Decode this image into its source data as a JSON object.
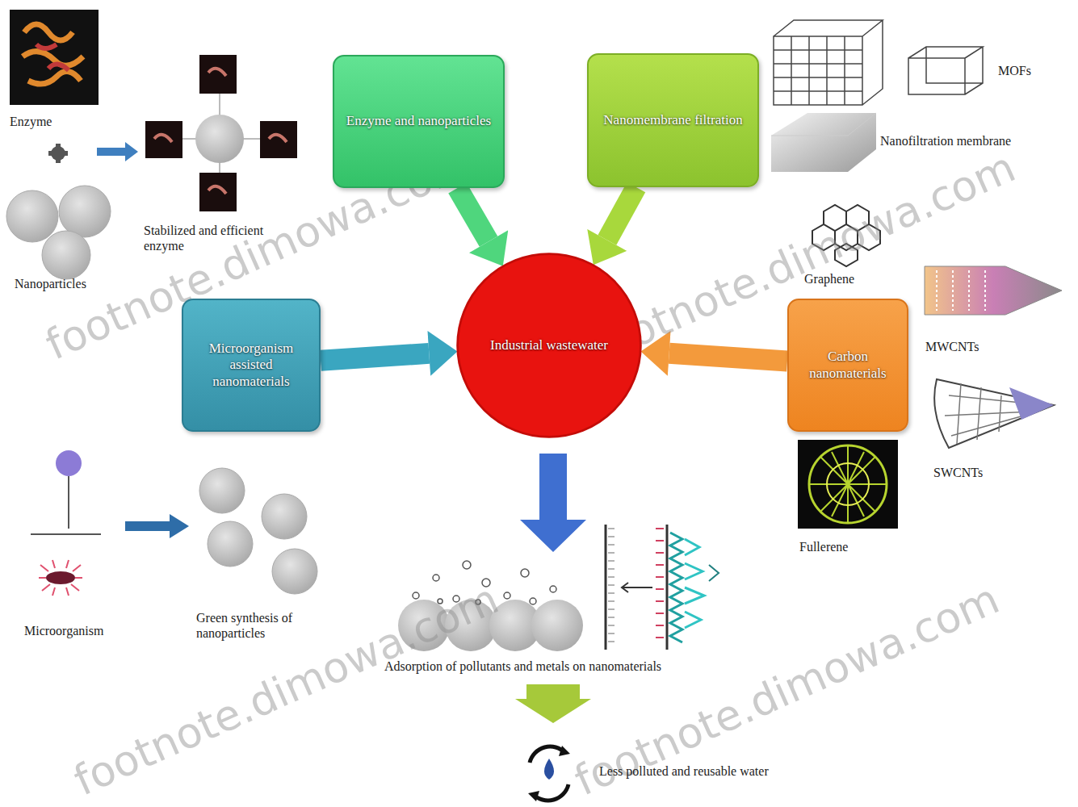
{
  "diagram": {
    "nodes": [
      {
        "text": [
          "Enzyme and nanoparticles"
        ]
      },
      {
        "text": [
          "Nanomembrane filtration"
        ]
      },
      {
        "text": [
          "Microorganism assisted nanomaterials"
        ]
      },
      {
        "text": [
          "Industrial wastewater"
        ]
      },
      {
        "text": [
          "Carbon nanomaterials"
        ]
      }
    ],
    "edges": [
      {
        "from": 0,
        "to": 3,
        "arrow": "to"
      },
      {
        "from": 1,
        "to": 3,
        "arrow": "to"
      },
      {
        "from": 2,
        "to": 3,
        "arrow": "to"
      },
      {
        "from": 4,
        "to": 3,
        "arrow": "to"
      }
    ],
    "labels": [
      "Enzyme",
      "Stabilized and efficient enzyme",
      "Nanoparticles",
      "MOFs",
      "Nanofiltration membrane",
      "Graphene",
      "MWCNTs",
      "SWCNTs",
      "Fullerene",
      "Microorganism",
      "Green synthesis of nanoparticles",
      "Adsorption of pollutants and metals on nanomaterials",
      "Less polluted and reusable water",
      "footnote.dimowa.com",
      "footnote.dimowa.com",
      "footnote.dimowa.com",
      "footnote.dimowa.com"
    ]
  }
}
